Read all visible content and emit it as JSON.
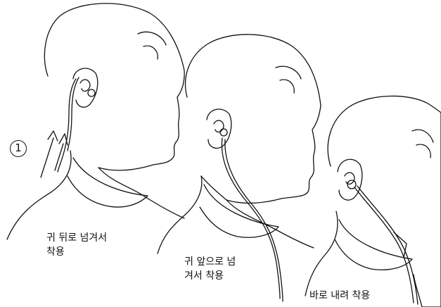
{
  "step_marker": "1",
  "captions": {
    "behind_ear": [
      "귀 뒤로 넘겨서",
      "착용"
    ],
    "front_ear": [
      "귀 앞으로 넘",
      "겨서 착용"
    ],
    "straight_down": [
      "바로 내려 착용"
    ]
  },
  "colors": {
    "line": "#111111",
    "background": "#ffffff"
  }
}
